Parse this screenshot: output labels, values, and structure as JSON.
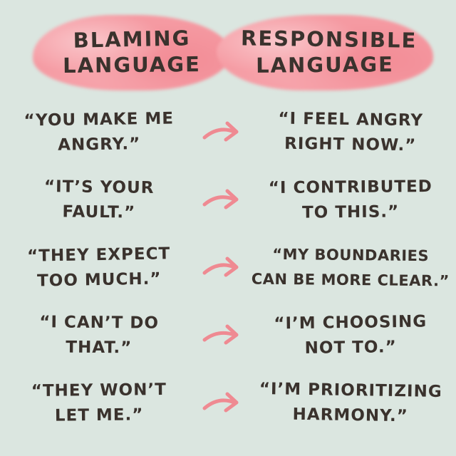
{
  "artwork": {
    "background_color": "#dbe6e0",
    "ink_color": "#3a322d",
    "highlight_color": "#f59aa2",
    "highlight_light_color": "#f8c0c4",
    "arrow_color": "#ef8a92",
    "arrow_icon": "brush-arrow-right"
  },
  "columns": {
    "left_header": {
      "line1": "BLAMING",
      "line2": "LANGUAGE"
    },
    "right_header": {
      "line1": "RESPONSIBLE",
      "line2": "LANGUAGE"
    }
  },
  "rows": [
    {
      "blaming": {
        "line1": "“YOU MAKE ME",
        "line2": "ANGRY.”"
      },
      "responsible": {
        "line1": "“I FEEL ANGRY",
        "line2": "RIGHT NOW.”"
      }
    },
    {
      "blaming": {
        "line1": "“IT’S YOUR",
        "line2": "FAULT.”"
      },
      "responsible": {
        "line1": "“I CONTRIBUTED",
        "line2": "TO THIS.”"
      }
    },
    {
      "blaming": {
        "line1": "“THEY EXPECT",
        "line2": "TOO MUCH.”"
      },
      "responsible": {
        "line1": "“MY BOUNDARIES",
        "line2": "CAN BE MORE CLEAR.”"
      }
    },
    {
      "blaming": {
        "line1": "“I CAN’T DO",
        "line2": "THAT.”"
      },
      "responsible": {
        "line1": "“I’M CHOOSING",
        "line2": "NOT TO.”"
      }
    },
    {
      "blaming": {
        "line1": "“THEY WON’T",
        "line2": "LET ME.”"
      },
      "responsible": {
        "line1": "“I’M PRIORITIZING",
        "line2": "HARMONY.”"
      }
    }
  ]
}
